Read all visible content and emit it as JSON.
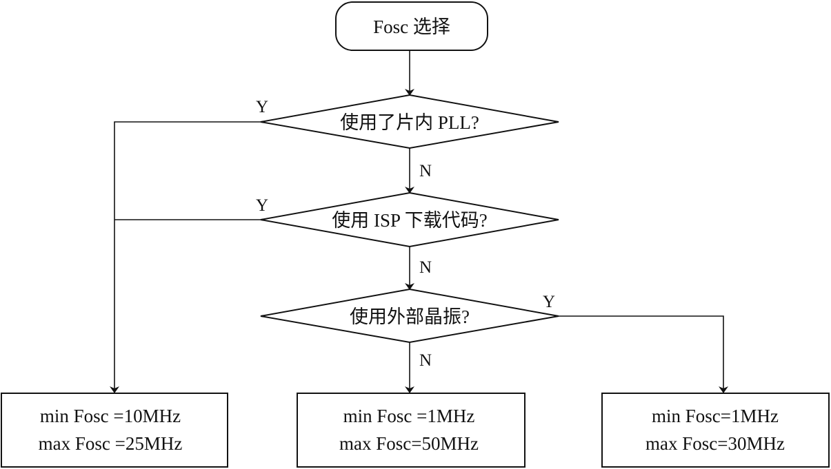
{
  "start": {
    "label": "Fosc 选择"
  },
  "decisions": [
    {
      "label": "使用了片内 PLL?",
      "yes": "Y",
      "no": "N"
    },
    {
      "label": "使用 ISP 下载代码?",
      "yes": "Y",
      "no": "N"
    },
    {
      "label": "使用外部晶振?",
      "yes": "Y",
      "no": "N"
    }
  ],
  "results": [
    {
      "min": "min Fosc =10MHz",
      "max": "max Fosc =25MHz"
    },
    {
      "min": "min Fosc =1MHz",
      "max": "max Fosc=50MHz"
    },
    {
      "min": "min Fosc=1MHz",
      "max": "max Fosc=30MHz"
    }
  ],
  "colors": {
    "stroke": "#111111",
    "background": "#ffffff"
  }
}
